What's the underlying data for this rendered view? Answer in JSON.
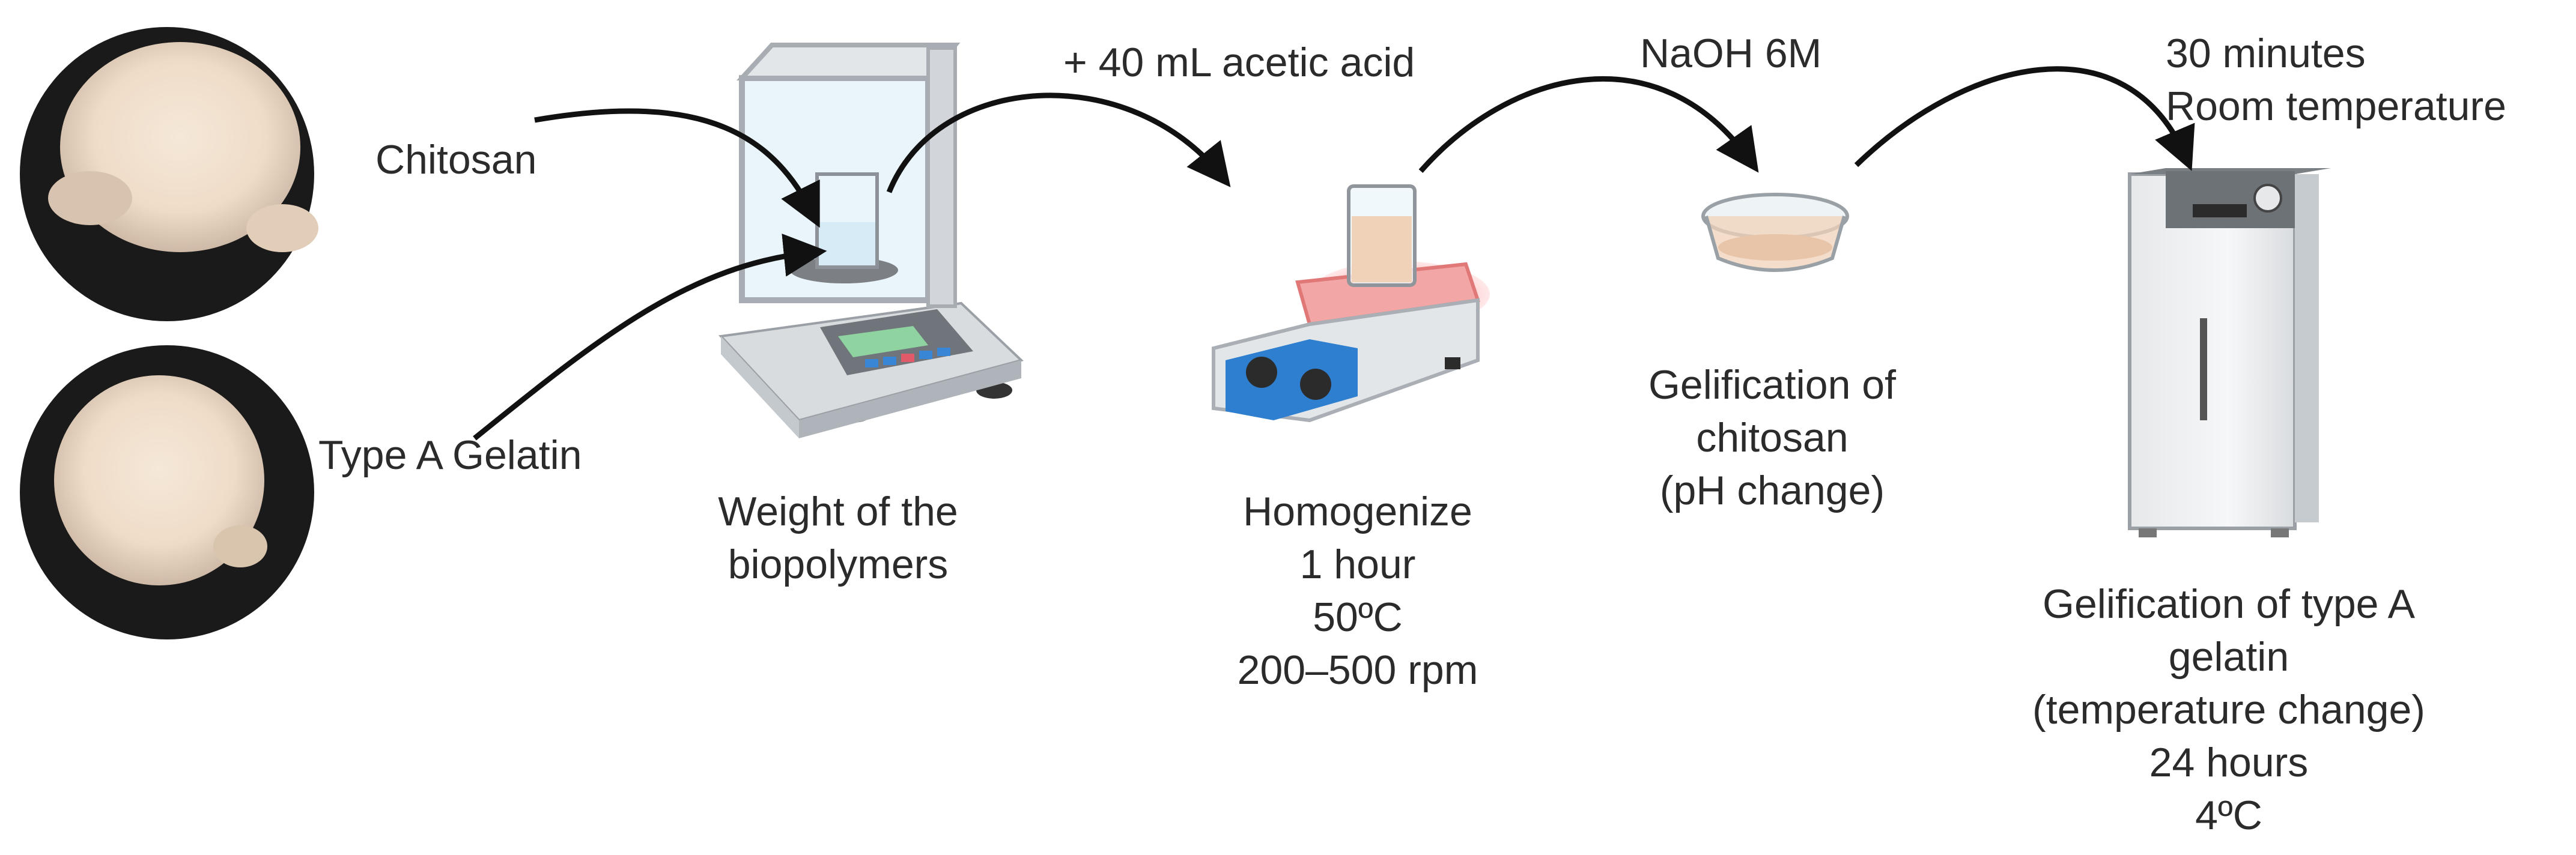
{
  "inputs": {
    "chitosan": "Chitosan",
    "gelatin": "Type A Gelatin"
  },
  "steps": {
    "weigh": {
      "caption": [
        "Weight of the",
        "biopolymers"
      ]
    },
    "add_acid": "+ 40 mL acetic acid",
    "homogenize": {
      "caption": [
        "Homogenize",
        "1 hour",
        "50ºC",
        "200–500 rpm"
      ]
    },
    "naoh": "NaOH 6M",
    "chitosan_gel": {
      "caption": [
        "Gelification of",
        "chitosan",
        "(pH change)"
      ]
    },
    "rest": [
      "30 minutes",
      "Room temperature"
    ],
    "gelatin_gel": {
      "caption": [
        "Gelification of type A",
        "gelatin",
        "(temperature change)",
        "24 hours",
        "4ºC"
      ]
    }
  },
  "icons": [
    "chitosan-powder-photo",
    "gelatin-powder-photo",
    "analytical-balance-icon",
    "hot-plate-stirrer-icon",
    "petri-dish-icon",
    "refrigerator-icon",
    "arrow-icon"
  ],
  "colors": {
    "arrow": "#111111",
    "hotplate_glow": "#f26b6b",
    "stirrer_blue": "#2f7fd0",
    "solution": "#f0d2b8",
    "powder": "#f3e4d2"
  }
}
